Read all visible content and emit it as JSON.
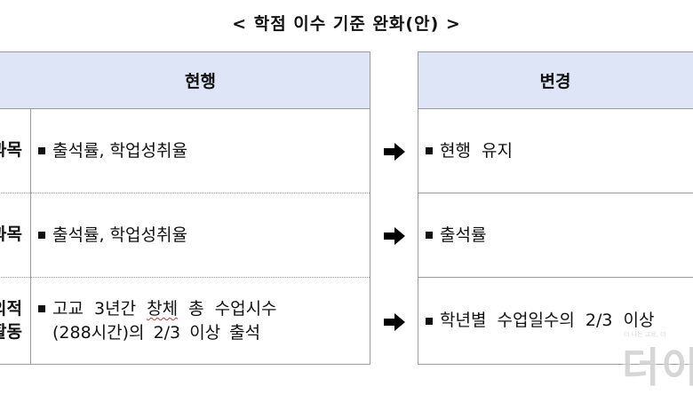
{
  "title": "< 학점 이수 기준 완화(안) >",
  "left_table": {
    "header": "현행",
    "rows": [
      {
        "category": "…과목",
        "category_visible": "목",
        "text": "출석률, 학업성취율"
      },
      {
        "category": "…과목",
        "category_visible": "목",
        "text": "출석률, 학업성취율"
      },
      {
        "category_line1": "…적",
        "category_line2": "…동",
        "text_line1": "고교 3년간 창체 총 수업시수",
        "text_line2": "(288시간)의 2/3 이상 출석",
        "spellcheck_word": "창체"
      }
    ]
  },
  "arrows": [
    "right-arrow",
    "right-arrow",
    "right-arrow"
  ],
  "right_table": {
    "header": "변경",
    "rows": [
      {
        "text": "현행 유지"
      },
      {
        "text": "출석률"
      },
      {
        "text": "학년별 수업일수의 2/3 이상"
      }
    ]
  },
  "watermark": {
    "text": "더이",
    "subtext": "더 나은 교육, 더"
  },
  "colors": {
    "header_bg": "#dee5f6",
    "border": "#9a9a9a",
    "spellcheck": "#d03030"
  }
}
